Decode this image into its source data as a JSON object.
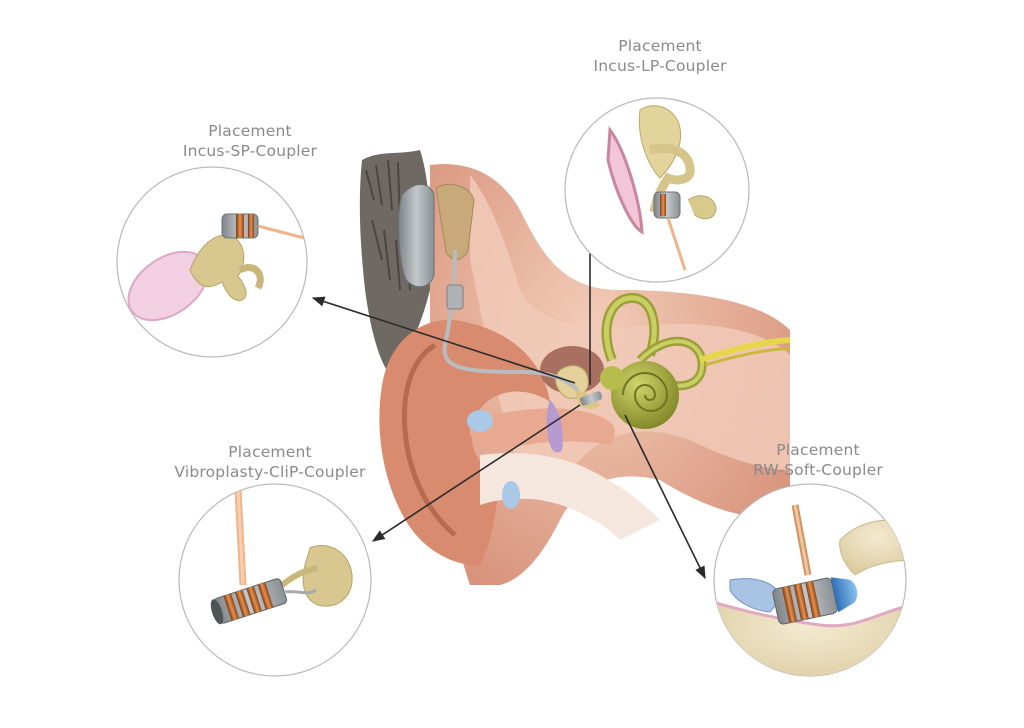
{
  "placements": [
    {
      "id": "incus-sp",
      "title": "Placement",
      "name": "Incus-SP-Coupler"
    },
    {
      "id": "incus-lp",
      "title": "Placement",
      "name": "Incus-LP-Coupler"
    },
    {
      "id": "vibroplasty-clip",
      "title": "Placement",
      "name": "Vibroplasty-CliP-Coupler"
    },
    {
      "id": "rw-soft",
      "title": "Placement",
      "name": "RW-Soft-Coupler"
    }
  ],
  "colors": {
    "caption_text": "#8a8a8a",
    "skin": "#e9b9a1",
    "skin_dark": "#c9836a",
    "inner_tissue": "#f1c9b6",
    "bone": "#e8dcb4",
    "cochlea": "#a8ad3f",
    "ossicle": "#d9c98e",
    "implant": "#9fa3a6",
    "coupler_orange": "#d9773a",
    "eardrum_pink": "#f2c9de",
    "nerve_yellow": "#e8d84a",
    "membrane_blue": "#6aa9e0",
    "arrow": "#2b2b2b",
    "circle_stroke": "#b9b9b9"
  }
}
